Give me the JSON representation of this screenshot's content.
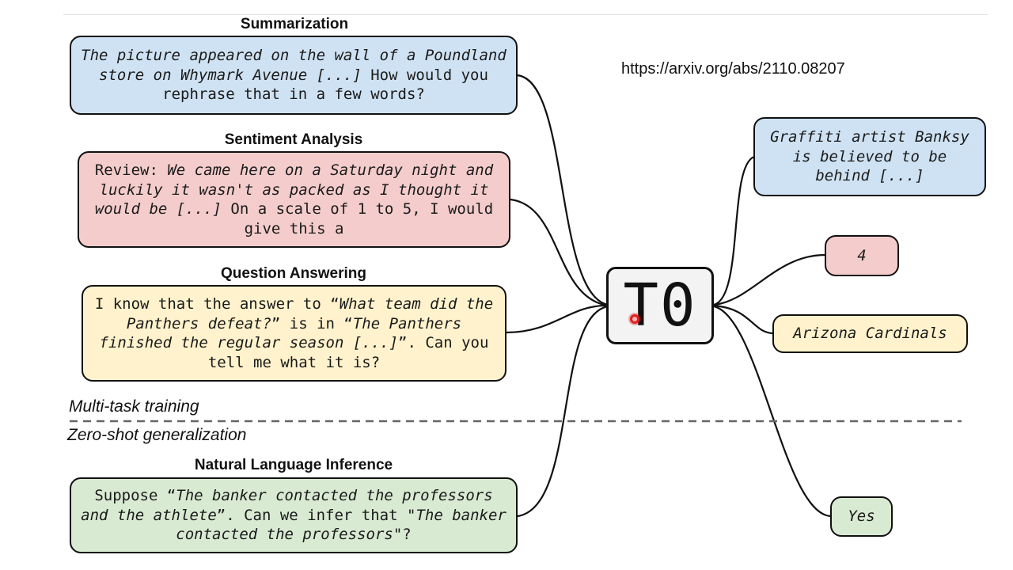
{
  "url": "https://arxiv.org/abs/2110.08207",
  "model": "T0",
  "sections": {
    "training": "Multi-task training",
    "zero_shot": "Zero-shot generalization"
  },
  "tasks": {
    "summarization": {
      "title": "Summarization",
      "prompt_italic": "The picture appeared on the wall of a Poundland store on Whymark Avenue [...]",
      "prompt_tail": " How would you rephrase that in a few words?",
      "output": "Graffiti artist Banksy is believed to be behind [...]"
    },
    "sentiment": {
      "title": "Sentiment Analysis",
      "prompt_head": "Review: ",
      "prompt_italic": "We came here on a Saturday night and luckily it wasn't as packed as I thought it would be [...]",
      "prompt_tail": " On a scale of 1 to 5, I would give this a",
      "output": "4"
    },
    "qa": {
      "title": "Question Answering",
      "p1": "I know that the answer to “",
      "p2": "What team did the Panthers defeat?",
      "p3": "” is in “",
      "p4": "The Panthers finished the regular season [...]",
      "p5": "”. Can you tell me what it is?",
      "output": "Arizona Cardinals"
    },
    "nli": {
      "title": "Natural Language Inference",
      "p1": "Suppose “",
      "p2": "The banker contacted the professors and the athlete",
      "p3": "”. Can we infer that \"",
      "p4": "The banker contacted the professors",
      "p5": "\"?",
      "output": "Yes"
    }
  },
  "colors": {
    "blue": "#cfe2f3",
    "red": "#f4cccc",
    "yellow": "#fff2cc",
    "green": "#d9ead3",
    "border": "#111111",
    "dash": "#666666"
  }
}
